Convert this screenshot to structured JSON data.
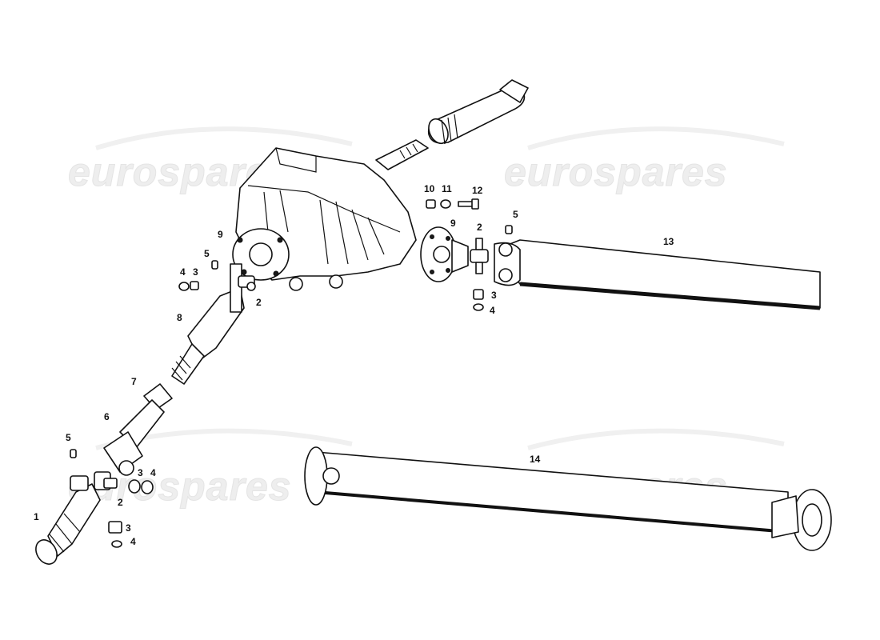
{
  "watermark": {
    "text": "eurospares",
    "color": "#e6e6e6"
  },
  "diagram": {
    "line_color": "#111111",
    "part_labels": [
      {
        "id": "1",
        "text": "1"
      },
      {
        "id": "2a",
        "text": "2"
      },
      {
        "id": "3a",
        "text": "3"
      },
      {
        "id": "4a",
        "text": "4"
      },
      {
        "id": "3b",
        "text": "3"
      },
      {
        "id": "4b",
        "text": "4"
      },
      {
        "id": "5a",
        "text": "5"
      },
      {
        "id": "6",
        "text": "6"
      },
      {
        "id": "7",
        "text": "7"
      },
      {
        "id": "8",
        "text": "8"
      },
      {
        "id": "4c",
        "text": "4"
      },
      {
        "id": "3c",
        "text": "3"
      },
      {
        "id": "5b",
        "text": "5"
      },
      {
        "id": "9a",
        "text": "9"
      },
      {
        "id": "2b",
        "text": "2"
      },
      {
        "id": "10",
        "text": "10"
      },
      {
        "id": "11",
        "text": "11"
      },
      {
        "id": "12",
        "text": "12"
      },
      {
        "id": "9b",
        "text": "9"
      },
      {
        "id": "2c",
        "text": "2"
      },
      {
        "id": "5c",
        "text": "5"
      },
      {
        "id": "3d",
        "text": "3"
      },
      {
        "id": "4d",
        "text": "4"
      },
      {
        "id": "13",
        "text": "13"
      },
      {
        "id": "14",
        "text": "14"
      }
    ]
  }
}
